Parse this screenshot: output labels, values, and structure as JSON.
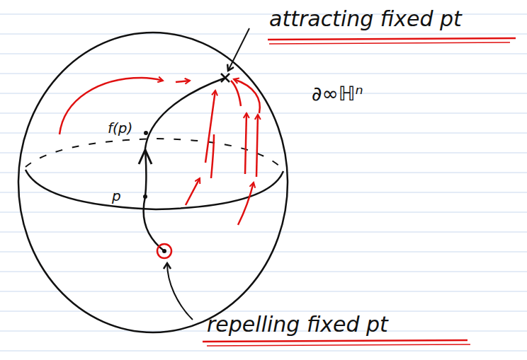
{
  "diagram": {
    "labels": [
      "attracting fixed pt",
      "f(p)",
      "∂∞ℍⁿ",
      "p",
      "repelling fixed pt"
    ]
  }
}
